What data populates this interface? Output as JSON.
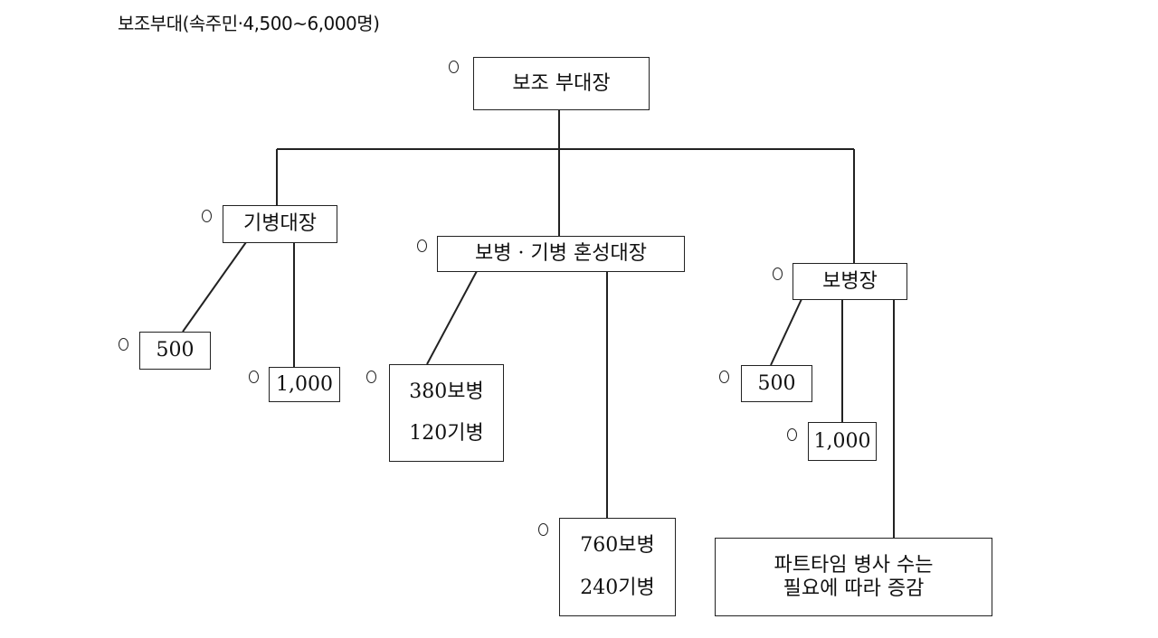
{
  "title": "보조부대(속주민·4,500~6,000명)",
  "nodes": {
    "root": "보조 부대장",
    "cavalry_commander": "기병대장",
    "mixed_commander": "보병 · 기병 혼성대장",
    "infantry_commander": "보병장",
    "cav_500": "500",
    "cav_1000": "1,000",
    "mixed_small": {
      "line1": "380보병",
      "line2": "120기병"
    },
    "mixed_large": {
      "line1": "760보병",
      "line2": "240기병"
    },
    "inf_500": "500",
    "inf_1000": "1,000",
    "parttime": {
      "line1": "파트타임 병사 수는",
      "line2": "필요에 따라 증감"
    }
  }
}
